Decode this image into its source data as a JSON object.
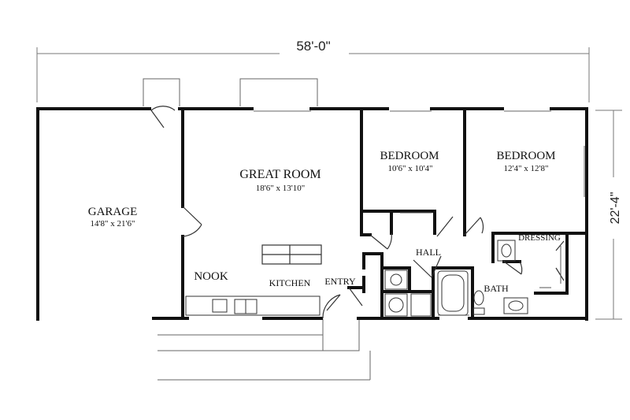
{
  "dimensions": {
    "overall_width": "58'-0\"",
    "overall_depth": "22'-4\""
  },
  "rooms": {
    "garage": {
      "name": "GARAGE",
      "size": "14'8\" x 21'6\""
    },
    "great_room": {
      "name": "GREAT ROOM",
      "size": "18'6\" x 13'10\""
    },
    "bedroom_1": {
      "name": "BEDROOM",
      "size": "10'6\" x 10'4\""
    },
    "bedroom_2": {
      "name": "BEDROOM",
      "size": "12'4\" x 12'8\""
    },
    "nook": {
      "name": "NOOK"
    },
    "kitchen": {
      "name": "KITCHEN"
    },
    "entry": {
      "name": "ENTRY"
    },
    "hall": {
      "name": "HALL"
    },
    "bath": {
      "name": "BATH"
    },
    "dressing": {
      "name": "DRESSING"
    }
  }
}
